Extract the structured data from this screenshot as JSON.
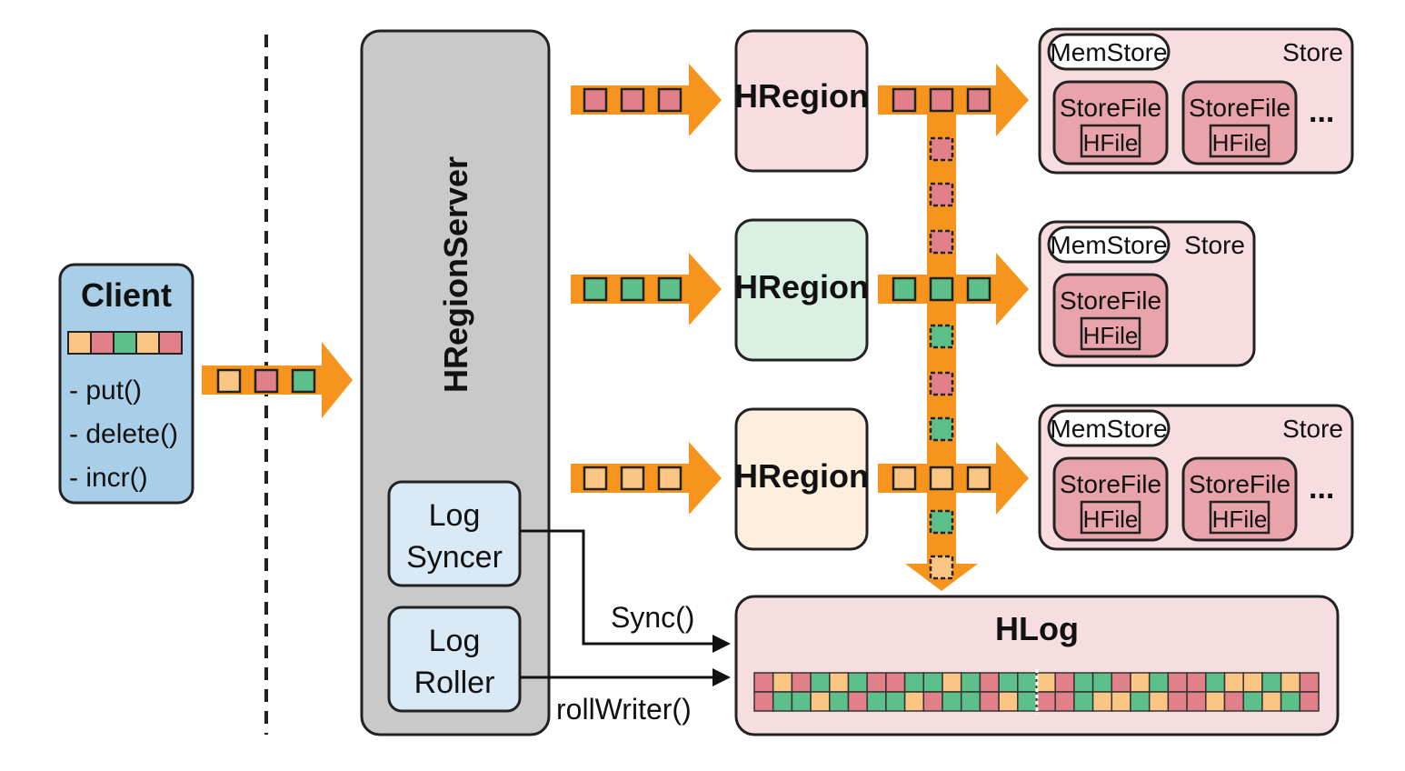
{
  "client": {
    "title": "Client",
    "methods": [
      "- put()",
      "- delete()",
      "- incr()"
    ]
  },
  "server": {
    "title": "HRegionServer",
    "log_syncer": {
      "line1": "Log",
      "line2": "Syncer"
    },
    "log_roller": {
      "line1": "Log",
      "line2": "Roller"
    }
  },
  "regions": [
    {
      "label": "HRegion",
      "theme": "red",
      "store": {
        "memstore": "MemStore",
        "store": "Store",
        "files": [
          {
            "storefile": "StoreFile",
            "hfile": "HFile"
          },
          {
            "storefile": "StoreFile",
            "hfile": "HFile"
          }
        ],
        "ellipsis": "..."
      }
    },
    {
      "label": "HRegion",
      "theme": "green",
      "store": {
        "memstore": "MemStore",
        "store": "Store",
        "files": [
          {
            "storefile": "StoreFile",
            "hfile": "HFile"
          }
        ],
        "ellipsis": ""
      }
    },
    {
      "label": "HRegion",
      "theme": "orange",
      "store": {
        "memstore": "MemStore",
        "store": "Store",
        "files": [
          {
            "storefile": "StoreFile",
            "hfile": "HFile"
          },
          {
            "storefile": "StoreFile",
            "hfile": "HFile"
          }
        ],
        "ellipsis": "..."
      }
    }
  ],
  "hlog": {
    "title": "HLog"
  },
  "edges": {
    "sync": "Sync()",
    "roll": "rollWriter()"
  },
  "colors": {
    "arrow": "#f7941d",
    "red": "#e2808a",
    "green": "#5dbf8a",
    "orange": "#fbc583",
    "red_bg": "#f8dde0",
    "green_bg": "#daf0e3",
    "orange_bg": "#fdeedd",
    "client_bg": "#a9cfe8",
    "server_bg": "#c9c9c9",
    "log_box_bg": "#d9eaf6",
    "hlog_bg": "#f6dde0",
    "stroke": "#222222"
  }
}
